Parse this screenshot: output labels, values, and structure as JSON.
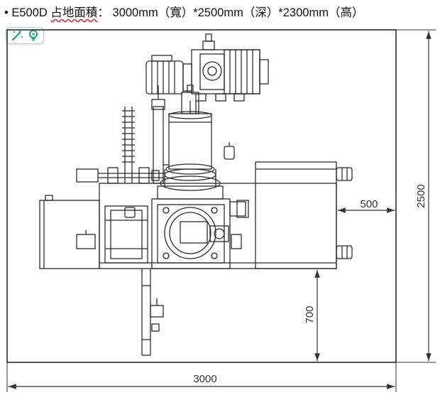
{
  "caption": {
    "bullet": "•",
    "model": "E500D",
    "label": "占地面積",
    "separator": "：",
    "spec": "3000mm（寬）*2500mm（深）*2300mm（高）"
  },
  "toolbar": {
    "icons": [
      "magic-wand-icon",
      "lightbulb-icon"
    ]
  },
  "dimensions": {
    "width": "3000",
    "depth": "2500",
    "offset_right": "500",
    "offset_bottom": "700"
  },
  "colors": {
    "line": "#2b2b2b",
    "dim_line": "#333333",
    "tool_accent": "#1a9b8c",
    "tool_bulb": "#21a27f"
  }
}
